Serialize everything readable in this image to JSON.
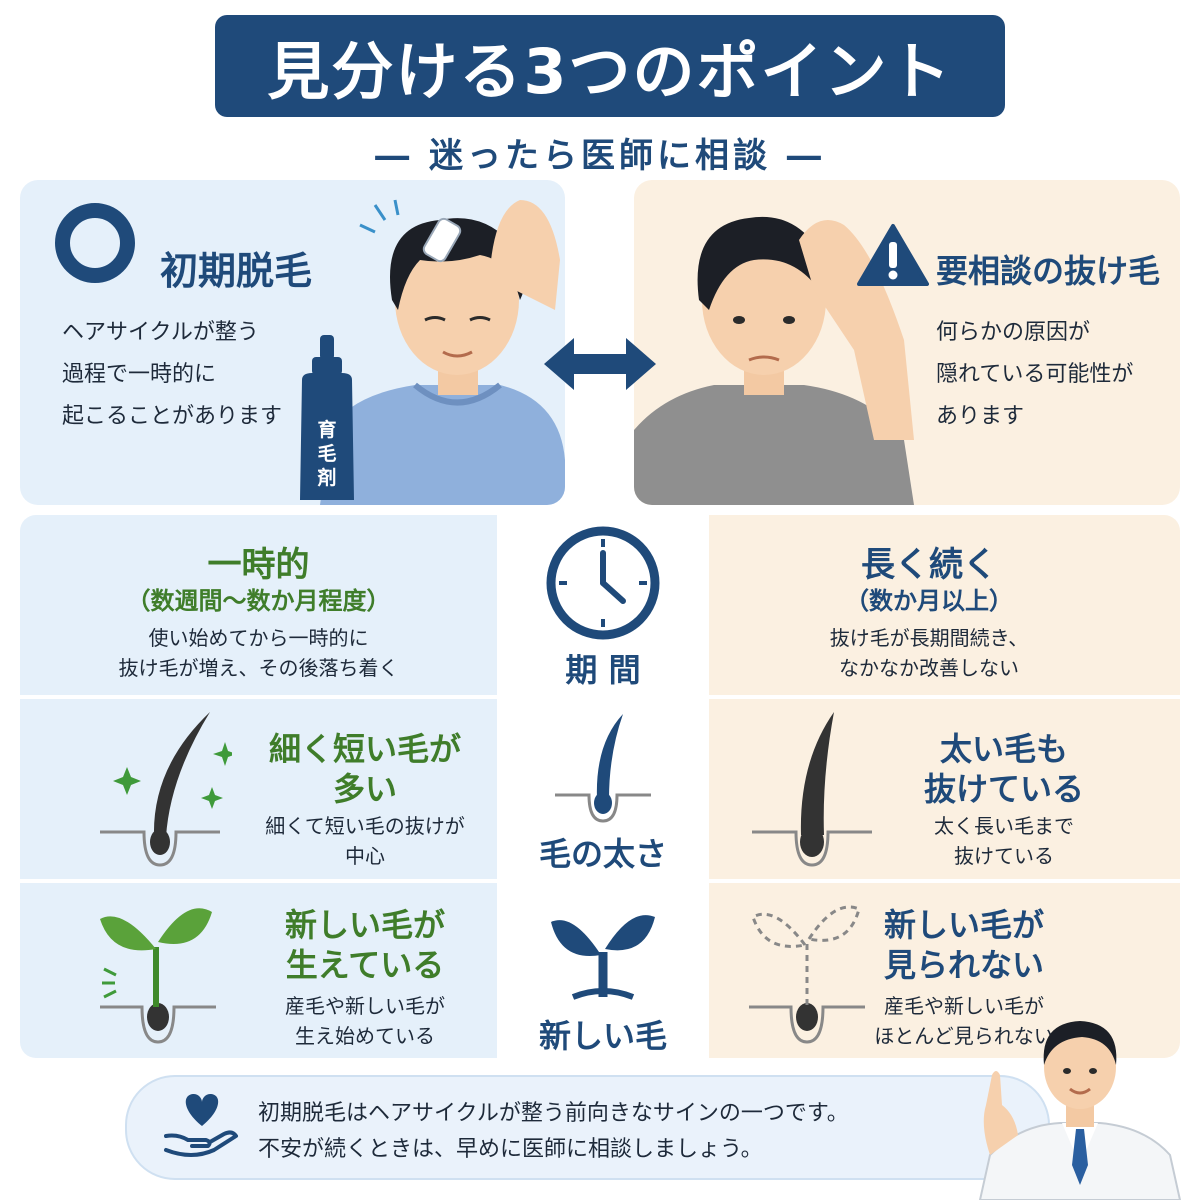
{
  "title": "見分ける3つのポイント",
  "subtitle": "― 迷ったら医師に相談 ―",
  "left_panel": {
    "heading": "初期脱毛",
    "lines": [
      "ヘアサイクルが整う",
      "過程で一時的に",
      "起こることがあります"
    ],
    "bottle_label": [
      "育",
      "毛",
      "剤"
    ]
  },
  "right_panel": {
    "heading": "要相談の抜け毛",
    "lines": [
      "何らかの原因が",
      "隠れている可能性が",
      "あります"
    ]
  },
  "rows": [
    {
      "middle_label": "期 間",
      "left": {
        "heading": "一時的",
        "sub": "（数週間〜数か月程度）",
        "lines": [
          "使い始めてから一時的に",
          "抜け毛が増え、その後落ち着く"
        ]
      },
      "right": {
        "heading": "長く続く",
        "sub": "（数か月以上）",
        "lines": [
          "抜け毛が長期間続き、",
          "なかなか改善しない"
        ]
      }
    },
    {
      "middle_label": "毛の太さ",
      "left": {
        "heading_lines": [
          "細く短い毛が",
          "多い"
        ],
        "lines": [
          "細くて短い毛の抜けが",
          "中心"
        ]
      },
      "right": {
        "heading_lines": [
          "太い毛も",
          "抜けている"
        ],
        "lines": [
          "太く長い毛まで",
          "抜けている"
        ]
      }
    },
    {
      "middle_label": "新しい毛",
      "left": {
        "heading_lines": [
          "新しい毛が",
          "生えている"
        ],
        "lines": [
          "産毛や新しい毛が",
          "生え始めている"
        ]
      },
      "right": {
        "heading_lines": [
          "新しい毛が",
          "見られない"
        ],
        "lines": [
          "産毛や新しい毛が",
          "ほとんど見られない"
        ]
      }
    }
  ],
  "bottom": {
    "lines": [
      "初期脱毛はヘアサイクルが整う前向きなサインの一つです。",
      "不安が続くときは、早めに医師に相談しましょう。"
    ]
  },
  "colors": {
    "navy": "#1f4a7a",
    "green": "#3f7d2a",
    "light_blue": "#e5f0fa",
    "light_beige": "#fbf0e1"
  }
}
